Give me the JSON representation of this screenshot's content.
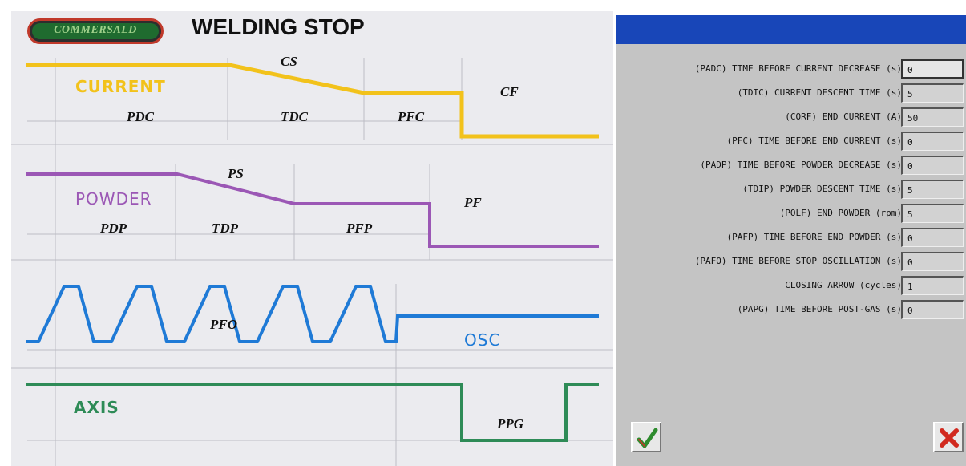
{
  "diagram": {
    "logo": "COMMERSALD",
    "title": "WELDING STOP",
    "signals": {
      "current": "CURRENT",
      "powder": "POWDER",
      "osc": "OSC",
      "axis": "AXIS"
    },
    "labels": {
      "cs": "CS",
      "cf": "CF",
      "pdc": "PDC",
      "tdc": "TDC",
      "pfc": "PFC",
      "ps": "PS",
      "pf": "PF",
      "pdp": "PDP",
      "tdp": "TDP",
      "pfp": "PFP",
      "pfo": "PFO",
      "ppg": "PPG"
    },
    "colors": {
      "current": "#f2c21b",
      "powder": "#9b57b5",
      "osc": "#1f7ad6",
      "axis": "#2e8b57"
    }
  },
  "panel": {
    "title_bar_color": "#1846b8",
    "rows": [
      {
        "label": "(PADC) TIME BEFORE CURRENT DECREASE (s)",
        "value": "0"
      },
      {
        "label": "(TDIC) CURRENT DESCENT TIME (s)",
        "value": "5"
      },
      {
        "label": "(CORF) END CURRENT (A)",
        "value": "50"
      },
      {
        "label": "(PFC) TIME BEFORE END CURRENT (s)",
        "value": "0"
      },
      {
        "label": "(PADP) TIME BEFORE POWDER DECREASE (s)",
        "value": "0"
      },
      {
        "label": "(TDIP) POWDER DESCENT TIME (s)",
        "value": "5"
      },
      {
        "label": "(POLF) END POWDER (rpm)",
        "value": "5"
      },
      {
        "label": "(PAFP) TIME BEFORE END POWDER (s)",
        "value": "0"
      },
      {
        "label": "(PAFO) TIME BEFORE STOP OSCILLATION (s)",
        "value": "0"
      },
      {
        "label": "CLOSING ARROW (cycles)",
        "value": "1"
      },
      {
        "label": "(PAPG) TIME BEFORE POST-GAS (s)",
        "value": "0"
      }
    ],
    "ok_icon": "checkmark-icon",
    "cancel_icon": "close-x-icon"
  }
}
